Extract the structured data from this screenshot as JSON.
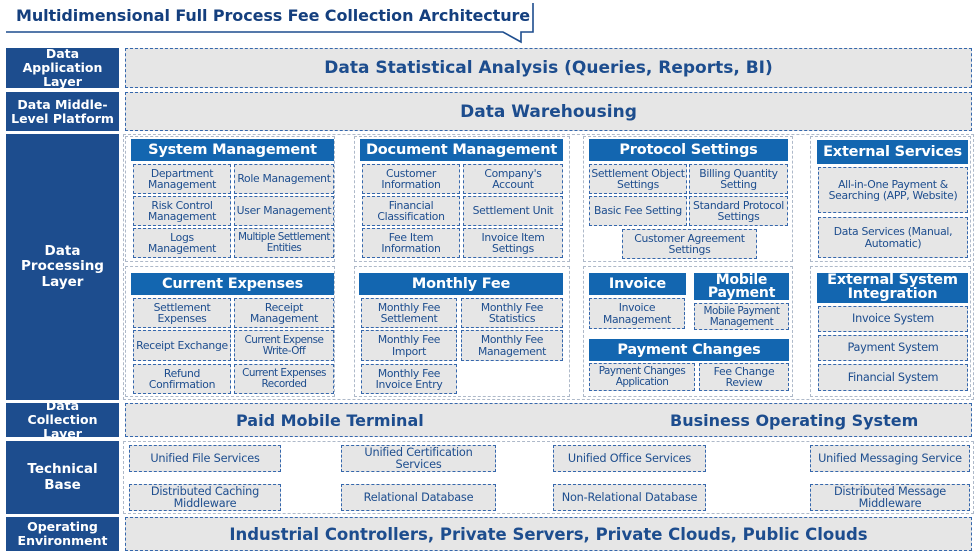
{
  "title": "Multidimensional Full Process Fee Collection Architecture",
  "layers": {
    "application": "Data Application Layer",
    "middle": "Data Middle-Level Platform",
    "processing": "Data Processing Layer",
    "collection": "Data Collection Layer",
    "technical": "Technical Base",
    "operating": "Operating Environment"
  },
  "application_content": "Data Statistical Analysis (Queries, Reports, BI)",
  "middle_content": "Data Warehousing",
  "system_management": {
    "title": "System Management",
    "items": [
      "Department Management",
      "Role Management",
      "Risk Control Management",
      "User Management",
      "Logs Management",
      "Multiple Settlement Entities"
    ]
  },
  "document_management": {
    "title": "Document Management",
    "items": [
      "Customer Information",
      "Company's Account",
      "Financial Classification",
      "Settlement Unit",
      "Fee Item Information",
      "Invoice Item Settings"
    ]
  },
  "protocol_settings": {
    "title": "Protocol Settings",
    "items": [
      "Settlement Object Settings",
      "Billing Quantity Setting",
      "Basic Fee Setting",
      "Standard Protocol Settings",
      "Customer Agreement Settings"
    ]
  },
  "external_services": {
    "title": "External Services",
    "items": [
      "All-in-One Payment & Searching (APP, Website)",
      "Data Services (Manual, Automatic)"
    ]
  },
  "current_expenses": {
    "title": "Current Expenses",
    "items": [
      "Settlement Expenses",
      "Receipt Management",
      "Receipt Exchange",
      "Current Expense Write-Off",
      "Refund Confirmation",
      "Current Expenses Recorded"
    ]
  },
  "monthly_fee": {
    "title": "Monthly Fee",
    "items": [
      "Monthly Fee Settlement",
      "Monthly Fee Statistics",
      "Monthly Fee Import",
      "Monthly Fee Management",
      "Monthly Fee Invoice Entry"
    ]
  },
  "invoice": {
    "title": "Invoice",
    "items": [
      "Invoice Management"
    ]
  },
  "mobile_payment": {
    "title": "Mobile Payment",
    "items": [
      "Mobile Payment Management"
    ]
  },
  "payment_changes": {
    "title": "Payment Changes",
    "items": [
      "Payment Changes Application",
      "Fee Change Review"
    ]
  },
  "external_system_integration": {
    "title": "External System Integration",
    "items": [
      "Invoice System",
      "Payment System",
      "Financial System"
    ]
  },
  "collection": {
    "left": "Paid Mobile Terminal",
    "right": "Business Operating System"
  },
  "technical": {
    "row1": [
      "Unified File Services",
      "Unified Certification Services",
      "Unified Office Services",
      "Unified Messaging Service"
    ],
    "row2": [
      "Distributed Caching Middleware",
      "Relational Database",
      "Non-Relational Database",
      "Distributed Message Middleware"
    ]
  },
  "operating_content": "Industrial Controllers, Private Servers, Private Clouds, Public Clouds",
  "colors": {
    "label_bg": "#1d4d8e",
    "header_bg": "#1366b0",
    "text": "#1d4d8e",
    "cell_bg": "#e6e6e6"
  }
}
